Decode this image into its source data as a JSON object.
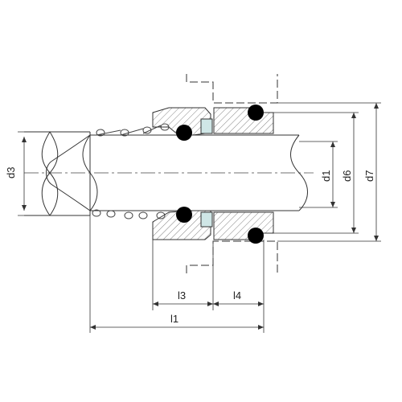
{
  "labels": {
    "d3": "d3",
    "d1": "d1",
    "d6": "d6",
    "d7": "d7",
    "l1": "l1",
    "l3": "l3",
    "l4": "l4"
  },
  "colors": {
    "line": "#333333",
    "hatch": "#555555",
    "oring": "#000000",
    "insert": "#cfe6e6",
    "background": "#ffffff"
  }
}
